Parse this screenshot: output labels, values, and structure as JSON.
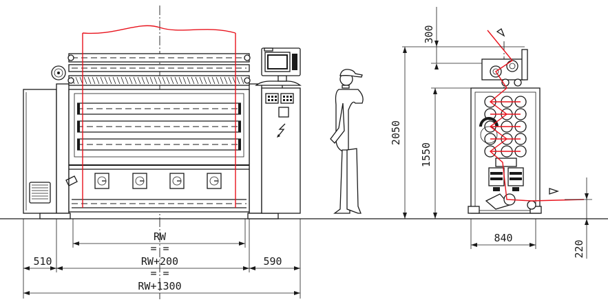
{
  "drawing": {
    "front_view": {
      "width_labels": {
        "roll_width": "RW",
        "rw_plus_200": "RW+200",
        "rw_plus_1300": "RW+1300"
      },
      "side_dims": {
        "left": "510",
        "right": "590"
      },
      "equal_marks": "= ="
    },
    "side_view": {
      "heights": {
        "top": "300",
        "total": "2050",
        "frame": "1550",
        "floor": "220"
      },
      "depth": "840"
    },
    "colors": {
      "line": "#1a1a1a",
      "material_path": "#e8121c"
    }
  }
}
